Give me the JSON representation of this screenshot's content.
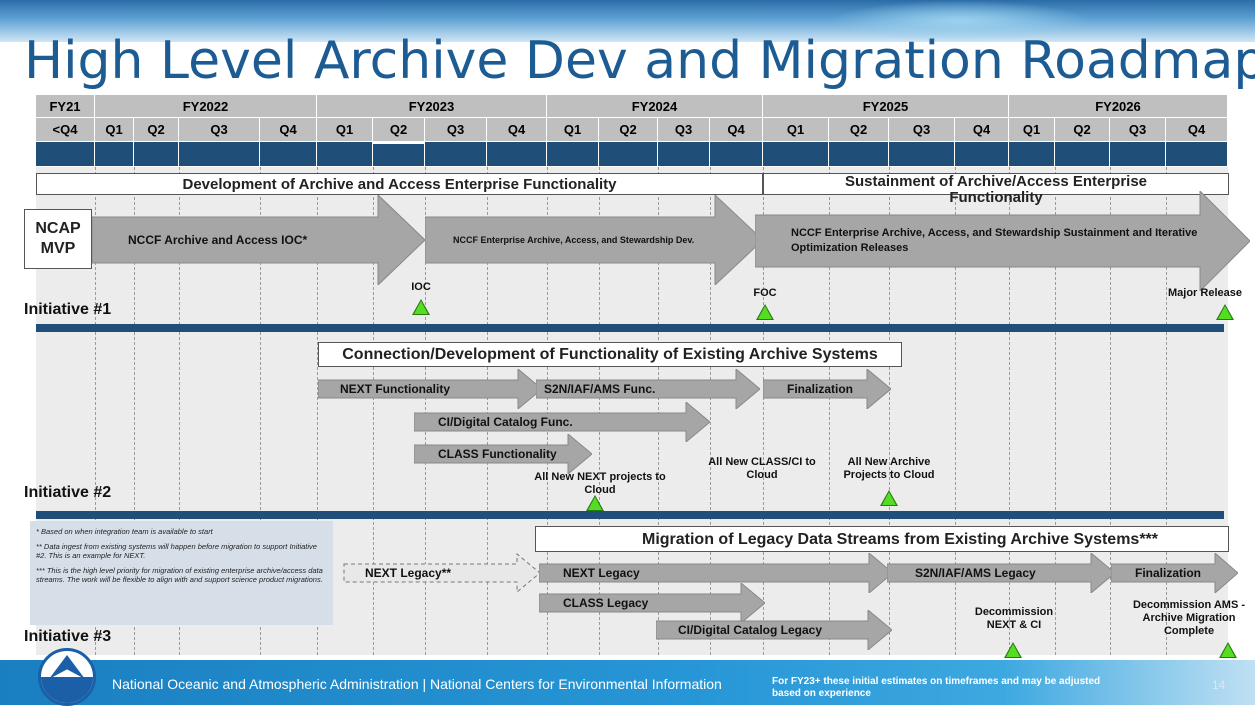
{
  "title": "High Level Archive Dev and Migration Roadmap",
  "timeline": {
    "years": [
      {
        "label": "FY21",
        "col": 0,
        "span": 1
      },
      {
        "label": "FY2022",
        "col": 1,
        "span": 4
      },
      {
        "label": "FY2023",
        "col": 5,
        "span": 4
      },
      {
        "label": "FY2024",
        "col": 9,
        "span": 4
      },
      {
        "label": "FY2025",
        "col": 13,
        "span": 4
      },
      {
        "label": "FY2026",
        "col": 17,
        "span": 4
      }
    ],
    "quarters": [
      "<Q4",
      "Q1",
      "Q2",
      "Q3",
      "Q4",
      "Q1",
      "Q2",
      "Q3",
      "Q4",
      "Q1",
      "Q2",
      "Q3",
      "Q4",
      "Q1",
      "Q2",
      "Q3",
      "Q4",
      "Q1",
      "Q2",
      "Q3",
      "Q4"
    ]
  },
  "initiatives": [
    "Initiative #1",
    "Initiative #2",
    "Initiative #3"
  ],
  "boxes": {
    "dev_enterprise": "Development of Archive and Access Enterprise Functionality",
    "sustainment": "Sustainment of Archive/Access Enterprise Functionality",
    "ncap_mvp": "NCAP MVP",
    "connection_dev": "Connection/Development of Functionality of Existing Archive Systems",
    "migration_legacy": "Migration of Legacy Data Streams from Existing Archive Systems***"
  },
  "arrows": {
    "ioc": "NCCF Archive and Access IOC*",
    "stewardship_dev": "NCCF Enterprise Archive, Access, and Stewardship Dev.",
    "sustainment_releases": "NCCF Enterprise Archive, Access, and Stewardship Sustainment and Iterative Optimization Releases",
    "next_func": "NEXT Functionality",
    "s2n_func": "S2N/IAF/AMS Func.",
    "finalization_2": "Finalization",
    "ci_catalog_func": "CI/Digital Catalog Func.",
    "class_func": "CLASS Functionality",
    "next_legacy_dashed": "NEXT Legacy**",
    "next_legacy": "NEXT Legacy",
    "s2n_legacy": "S2N/IAF/AMS Legacy",
    "finalization_3": "Finalization",
    "class_legacy": "CLASS Legacy",
    "ci_catalog_legacy": "CI/Digital Catalog Legacy"
  },
  "milestones": {
    "ioc": "IOC",
    "foc": "FOC",
    "major_release": "Major Release",
    "next_cloud": "All New NEXT projects to Cloud",
    "class_ci_cloud": "All New CLASS/CI to Cloud",
    "archive_cloud": "All New Archive Projects to Cloud",
    "decommission_next_ci": "Decommission NEXT & CI",
    "decommission_ams": "Decommission AMS - Archive Migration Complete"
  },
  "notes": [
    "* Based on when integration team is available to start",
    "** Data ingest from existing systems will happen before migration to support Initiative #2. This is an example for NEXT.",
    "*** This is the high level priority for migration of existing enterprise archive/access data streams. The work will be flexible to align with and support science product migrations."
  ],
  "footer": {
    "org": "National Oceanic and Atmospheric Administration | National Centers for Environmental Information",
    "note": "For FY23+ these initial estimates on timeframes and may be adjusted based on experience",
    "page": "14"
  },
  "colors": {
    "title": "#1d5c93",
    "header_gray": "#bfbfbf",
    "navy": "#1f4e79",
    "arrow_fill": "#a6a6a6",
    "milestone": "#55dd22",
    "footer": "#2796d6"
  }
}
